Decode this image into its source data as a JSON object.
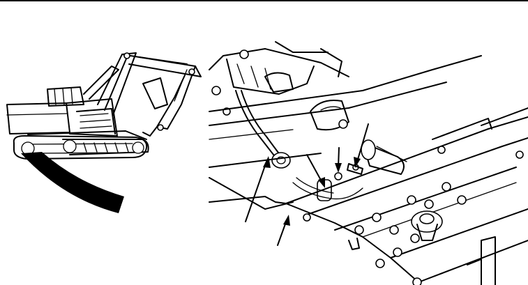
{
  "figure": {
    "left_panel": "excavator-locator-view",
    "right_panel": "frame-detail-view",
    "callout_count": 5
  },
  "colors": {
    "ink": "#000000",
    "paper": "#ffffff"
  }
}
